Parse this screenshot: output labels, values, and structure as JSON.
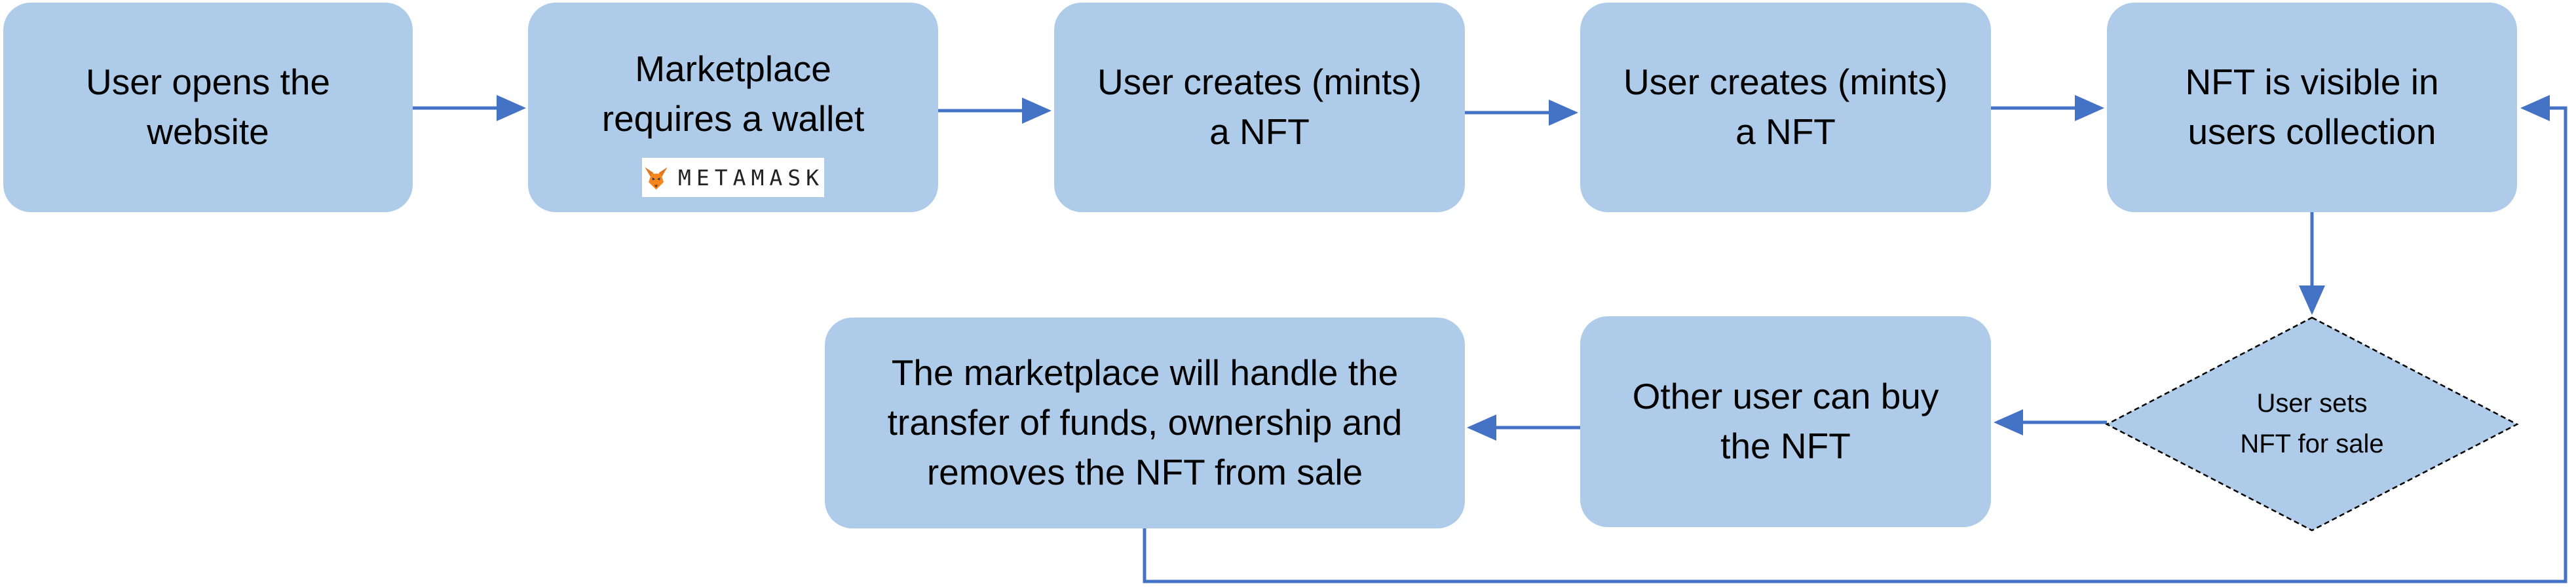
{
  "steps": {
    "open_site": "User opens the\nwebsite",
    "require_wallet": "Marketplace\nrequires a wallet",
    "mint_1": "User creates (mints)\na NFT",
    "mint_2": "User creates (mints)\na NFT",
    "visible": "NFT is visible in\nusers collection",
    "set_for_sale": "User sets\nNFT for sale",
    "buy": "Other user can buy\nthe NFT",
    "handle_transfer": "The marketplace will handle the\ntransfer of funds, ownership and\nremoves the NFT from sale"
  },
  "wallet_logo": {
    "word": "METAMASK",
    "icon": "metamask-fox-icon"
  },
  "colors": {
    "box_fill": "#aecce9",
    "connector": "#4472c4",
    "diamond_border": "#000000"
  }
}
